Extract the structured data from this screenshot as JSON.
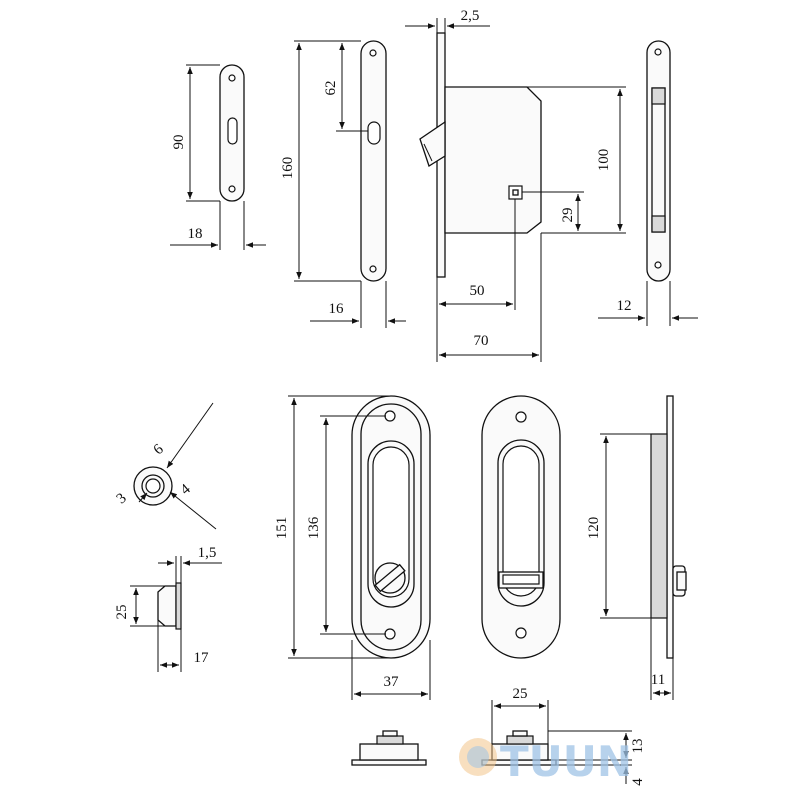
{
  "dimensions": {
    "faceplate_small_height": "90",
    "faceplate_small_width": "18",
    "faceplate_large_height": "160",
    "faceplate_large_hole_offset": "62",
    "faceplate_large_width": "16",
    "flange_thickness": "2,5",
    "lock_body_height": "100",
    "spindle_offset": "29",
    "backset": "50",
    "body_depth": "70",
    "strike_width": "12",
    "knob_outer": "6",
    "knob_inner": "4",
    "knob_small": "3",
    "pin_width": "1,5",
    "pin_height": "25",
    "pin_depth": "17",
    "handle_height": "151",
    "handle_hole_spacing": "136",
    "handle_width": "37",
    "handle_b_spacing": "120",
    "handle_b_depth": "11",
    "turn_width": "25",
    "turn_height": "13",
    "turn_depth": "4"
  },
  "watermark": {
    "text": "TUUN"
  }
}
